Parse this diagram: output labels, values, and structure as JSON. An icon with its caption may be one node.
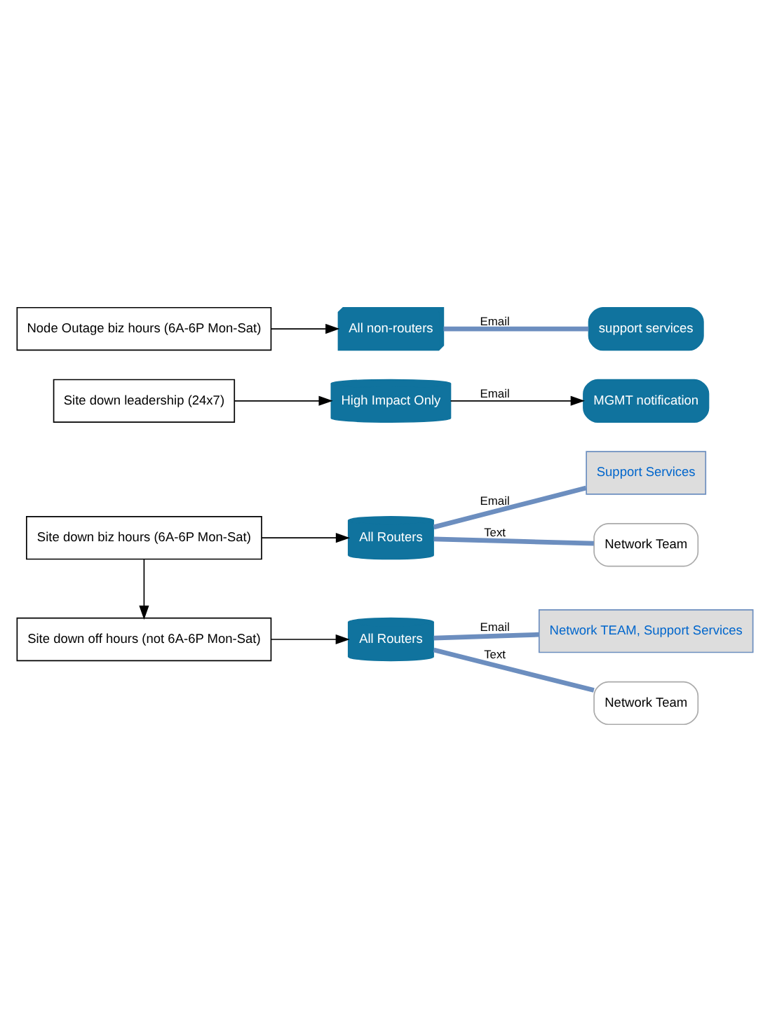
{
  "diagram": {
    "nodes": [
      {
        "text": [
          "Site down off hours (not 6A-6P Mon-Sat)"
        ]
      },
      {
        "text": [
          "All Routers"
        ]
      },
      {
        "text": [
          "Network TEAM, Support Services"
        ]
      },
      {
        "text": [
          "Network Team"
        ]
      },
      {
        "text": [
          "Site down biz hours (6A-6P Mon-Sat)"
        ]
      },
      {
        "text": [
          "All Routers"
        ]
      },
      {
        "text": [
          "Support Services"
        ]
      },
      {
        "text": [
          "Network Team"
        ]
      },
      {
        "text": [
          "Site down leadership (24x7)"
        ]
      },
      {
        "text": [
          "High Impact Only"
        ]
      },
      {
        "text": [
          "MGMT notification"
        ]
      },
      {
        "text": [
          "Node Outage biz hours (6A-6P Mon-Sat)"
        ]
      },
      {
        "text": [
          "All non-routers"
        ]
      },
      {
        "text": [
          "support services"
        ]
      }
    ],
    "edges": [
      {
        "from": 0,
        "to": 1,
        "arrow": "to"
      },
      {
        "from": 1,
        "to": 2,
        "arrow": "none",
        "label": "Email",
        "style": "thick",
        "color": "#6c8ebf"
      },
      {
        "from": 1,
        "to": 3,
        "arrow": "none",
        "label": "Text",
        "style": "thick",
        "color": "#6c8ebf"
      },
      {
        "from": 4,
        "to": 0,
        "arrow": "to"
      },
      {
        "from": 4,
        "to": 5,
        "arrow": "to"
      },
      {
        "from": 5,
        "to": 6,
        "arrow": "none",
        "label": "Email",
        "style": "thick",
        "color": "#6c8ebf"
      },
      {
        "from": 5,
        "to": 7,
        "arrow": "none",
        "label": "Text",
        "style": "thick",
        "color": "#6c8ebf"
      },
      {
        "from": 8,
        "to": 9,
        "arrow": "to"
      },
      {
        "from": 9,
        "to": 10,
        "arrow": "to",
        "label": "Email"
      },
      {
        "from": 11,
        "to": 12,
        "arrow": "to"
      },
      {
        "from": 12,
        "to": 13,
        "arrow": "none",
        "label": "Email",
        "style": "thick",
        "color": "#6c8ebf"
      }
    ]
  }
}
